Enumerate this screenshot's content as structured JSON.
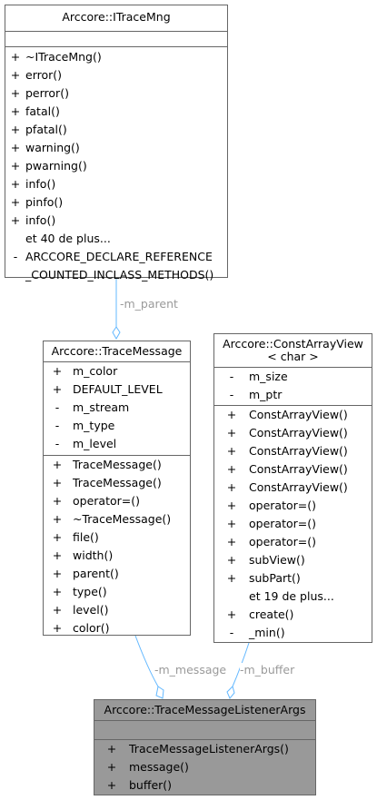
{
  "classes": {
    "itracemng": {
      "title": "Arccore::ITraceMng",
      "members": [
        {
          "sym": "+",
          "text": "~ITraceMng()"
        },
        {
          "sym": "+",
          "text": "error()"
        },
        {
          "sym": "+",
          "text": "perror()"
        },
        {
          "sym": "+",
          "text": "fatal()"
        },
        {
          "sym": "+",
          "text": "pfatal()"
        },
        {
          "sym": "+",
          "text": "warning()"
        },
        {
          "sym": "+",
          "text": "pwarning()"
        },
        {
          "sym": "+",
          "text": "info()"
        },
        {
          "sym": "+",
          "text": "pinfo()"
        },
        {
          "sym": "+",
          "text": "info()"
        },
        {
          "sym": "",
          "text": "et 40 de plus..."
        },
        {
          "sym": "-",
          "text": "ARCCORE_DECLARE_REFERENCE"
        },
        {
          "sym": "",
          "text": "_COUNTED_INCLASS_METHODS()"
        }
      ]
    },
    "tracemessage": {
      "title": "Arccore::TraceMessage",
      "attributes": [
        {
          "sym": "+",
          "text": "m_color"
        },
        {
          "sym": "+",
          "text": "DEFAULT_LEVEL"
        },
        {
          "sym": "-",
          "text": "m_stream"
        },
        {
          "sym": "-",
          "text": "m_type"
        },
        {
          "sym": "-",
          "text": "m_level"
        }
      ],
      "methods": [
        {
          "sym": "+",
          "text": "TraceMessage()"
        },
        {
          "sym": "+",
          "text": "TraceMessage()"
        },
        {
          "sym": "+",
          "text": "operator=()"
        },
        {
          "sym": "+",
          "text": "~TraceMessage()"
        },
        {
          "sym": "+",
          "text": "file()"
        },
        {
          "sym": "+",
          "text": "width()"
        },
        {
          "sym": "+",
          "text": "parent()"
        },
        {
          "sym": "+",
          "text": "type()"
        },
        {
          "sym": "+",
          "text": "level()"
        },
        {
          "sym": "+",
          "text": "color()"
        }
      ]
    },
    "constarrayview": {
      "title_line1": "Arccore::ConstArrayView",
      "title_line2": "< char >",
      "attributes": [
        {
          "sym": "-",
          "text": "m_size"
        },
        {
          "sym": "-",
          "text": "m_ptr"
        }
      ],
      "methods": [
        {
          "sym": "+",
          "text": "ConstArrayView()"
        },
        {
          "sym": "+",
          "text": "ConstArrayView()"
        },
        {
          "sym": "+",
          "text": "ConstArrayView()"
        },
        {
          "sym": "+",
          "text": "ConstArrayView()"
        },
        {
          "sym": "+",
          "text": "ConstArrayView()"
        },
        {
          "sym": "+",
          "text": "operator=()"
        },
        {
          "sym": "+",
          "text": "operator=()"
        },
        {
          "sym": "+",
          "text": "operator=()"
        },
        {
          "sym": "+",
          "text": "subView()"
        },
        {
          "sym": "+",
          "text": "subPart()"
        },
        {
          "sym": "",
          "text": "et 19 de plus..."
        },
        {
          "sym": "+",
          "text": "create()"
        },
        {
          "sym": "-",
          "text": "_min()"
        }
      ]
    },
    "listenerargs": {
      "title": "Arccore::TraceMessageListenerArgs",
      "methods": [
        {
          "sym": "+",
          "text": "TraceMessageListenerArgs()"
        },
        {
          "sym": "+",
          "text": "message()"
        },
        {
          "sym": "+",
          "text": "buffer()"
        }
      ]
    }
  },
  "relations": {
    "parent_label": "-m_parent",
    "message_label": "-m_message",
    "buffer_label": "-m_buffer"
  },
  "colors": {
    "edge": "#63b8ff",
    "border": "#666666",
    "highlight_fill": "#999999",
    "label": "#9a9a9a"
  }
}
